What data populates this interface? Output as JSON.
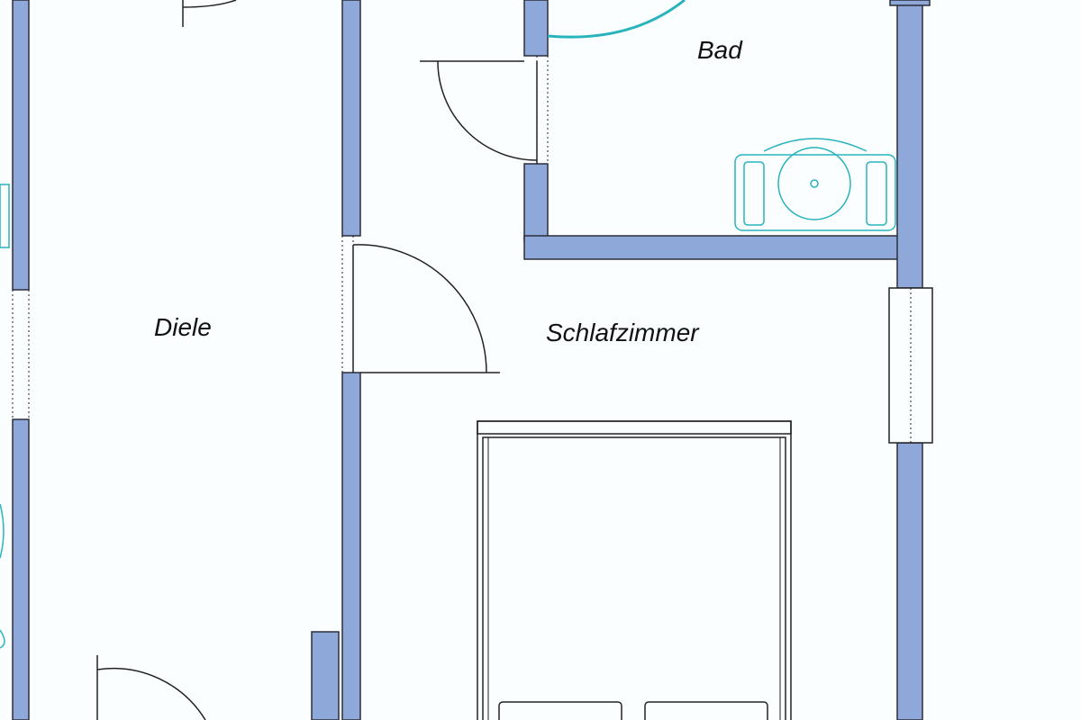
{
  "rooms": {
    "bad": {
      "label": "Bad"
    },
    "diele": {
      "label": "Diele"
    },
    "schlafzimmer": {
      "label": "Schlafzimmer"
    }
  },
  "colors": {
    "background": "#fbfeff",
    "wall": "#8ea8da",
    "wall_edge": "#2d2d3a",
    "fixture": "#29b3bd",
    "line": "#222222"
  }
}
